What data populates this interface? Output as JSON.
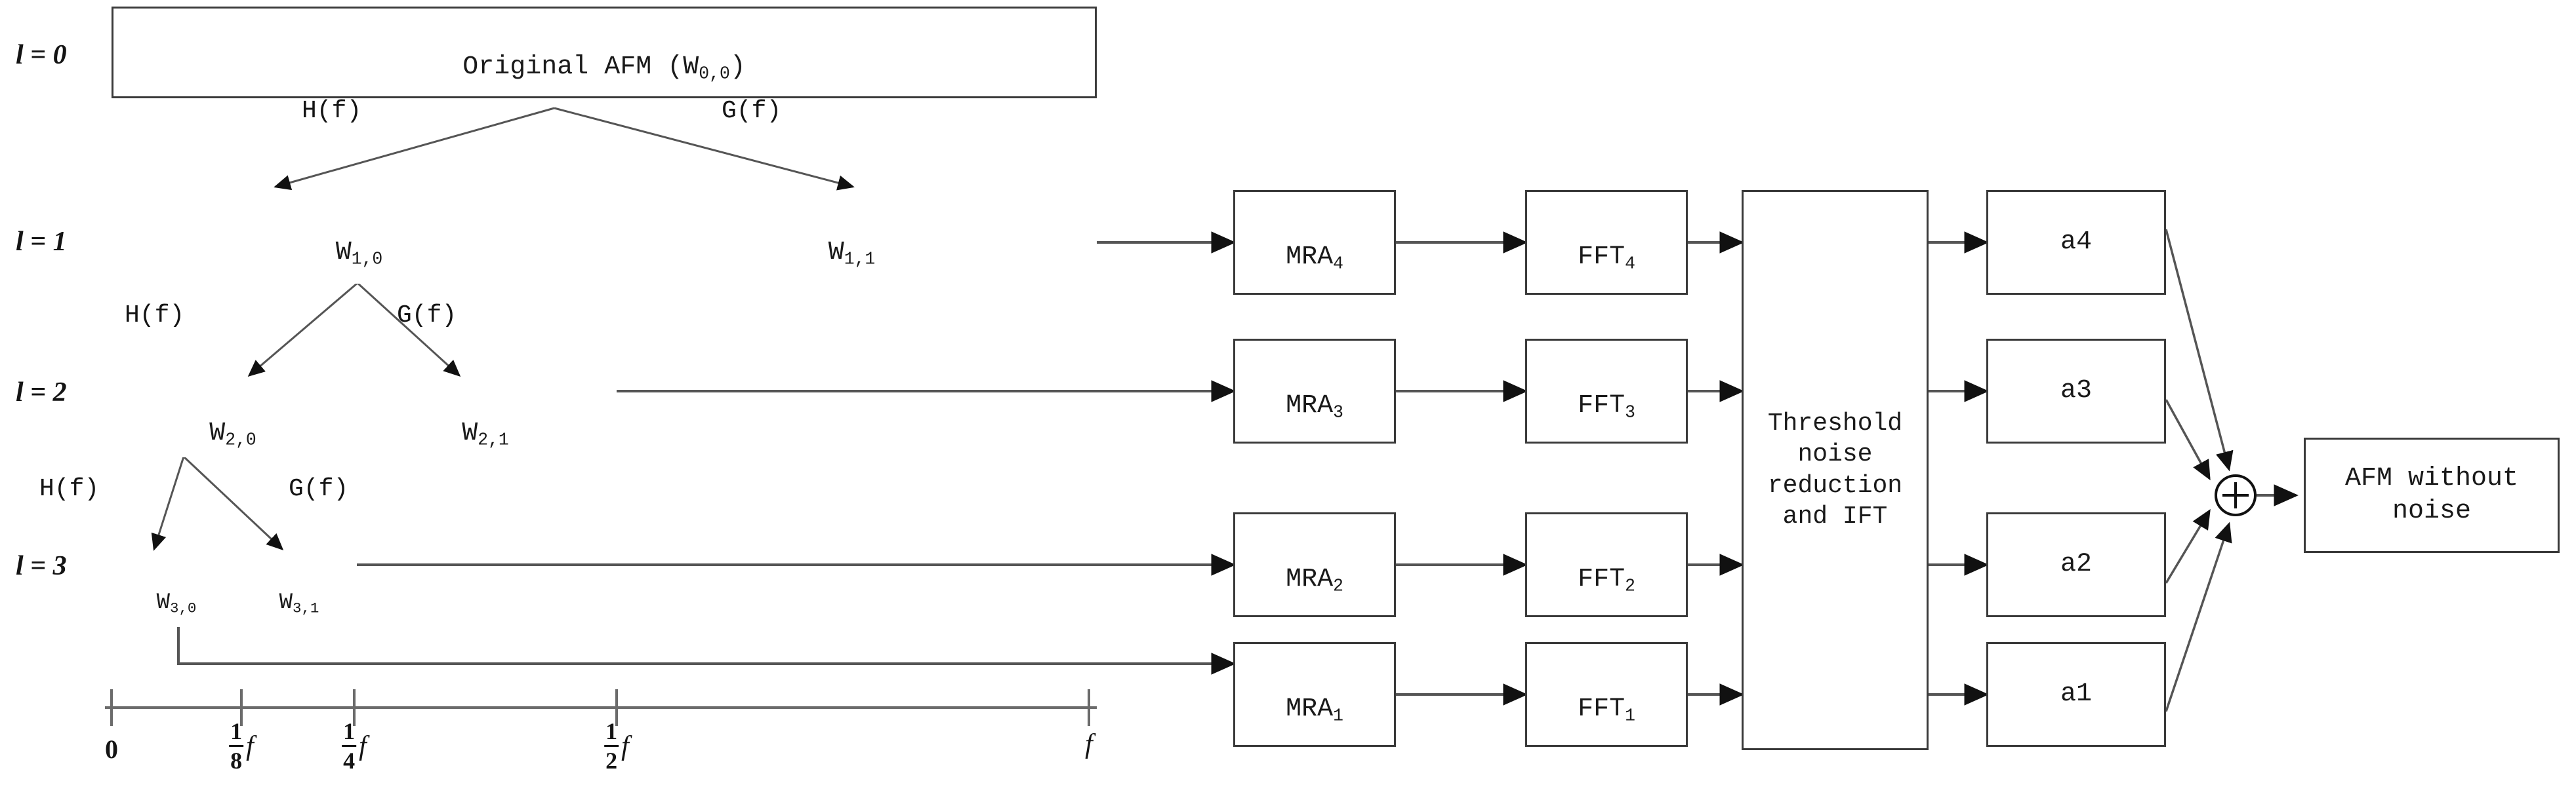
{
  "diagram": {
    "title": "Wavelet multiresolution AFM denoising block diagram",
    "level_labels": [
      {
        "id": "l0",
        "text": "l = 0"
      },
      {
        "id": "l1",
        "text": "l = 1"
      },
      {
        "id": "l2",
        "text": "l = 2"
      },
      {
        "id": "l3",
        "text": "l = 3"
      }
    ],
    "decomposition_boxes": [
      {
        "id": "w00",
        "label": "Original AFM (W0,0)",
        "base": "W",
        "sub": "0,0",
        "prefix": "Original AFM (",
        "suffix": ")",
        "level": 0
      },
      {
        "id": "w10",
        "label": "W1,0",
        "base": "W",
        "sub": "1,0",
        "level": 1
      },
      {
        "id": "w11",
        "label": "W1,1",
        "base": "W",
        "sub": "1,1",
        "level": 1
      },
      {
        "id": "w20",
        "label": "W2,0",
        "base": "W",
        "sub": "2,0",
        "level": 2
      },
      {
        "id": "w21",
        "label": "W2,1",
        "base": "W",
        "sub": "2,1",
        "level": 2
      },
      {
        "id": "w30",
        "label": "W3,0",
        "base": "W",
        "sub": "3,0",
        "level": 3
      },
      {
        "id": "w31",
        "label": "W3,1",
        "base": "W",
        "sub": "3,1",
        "level": 3
      }
    ],
    "filter_labels": [
      {
        "id": "h1",
        "text": "H(f)"
      },
      {
        "id": "g1",
        "text": "G(f)"
      },
      {
        "id": "h2",
        "text": "H(f)"
      },
      {
        "id": "g2",
        "text": "G(f)"
      },
      {
        "id": "h3",
        "text": "H(f)"
      },
      {
        "id": "g3",
        "text": "G(f)"
      }
    ],
    "mra_boxes": [
      {
        "id": "mra4",
        "base": "MRA",
        "sub": "4"
      },
      {
        "id": "mra3",
        "base": "MRA",
        "sub": "3"
      },
      {
        "id": "mra2",
        "base": "MRA",
        "sub": "2"
      },
      {
        "id": "mra1",
        "base": "MRA",
        "sub": "1"
      }
    ],
    "fft_boxes": [
      {
        "id": "fft4",
        "base": "FFT",
        "sub": "4"
      },
      {
        "id": "fft3",
        "base": "FFT",
        "sub": "3"
      },
      {
        "id": "fft2",
        "base": "FFT",
        "sub": "2"
      },
      {
        "id": "fft1",
        "base": "FFT",
        "sub": "1"
      }
    ],
    "threshold_box": {
      "id": "threshold",
      "label": "Threshold\nnoise\nreduction\nand IFT"
    },
    "coefficient_boxes": [
      {
        "id": "a4",
        "label": "a4"
      },
      {
        "id": "a3",
        "label": "a3"
      },
      {
        "id": "a2",
        "label": "a2"
      },
      {
        "id": "a1",
        "label": "a1"
      }
    ],
    "summation_node": {
      "id": "sum",
      "symbol": "+"
    },
    "output_box": {
      "id": "out",
      "label": "AFM without\nnoise"
    },
    "frequency_axis": {
      "ticks": [
        {
          "id": "t0",
          "kind": "plain",
          "text": "0"
        },
        {
          "id": "t18",
          "kind": "fraction",
          "num": "1",
          "den": "8",
          "suffix": "f"
        },
        {
          "id": "t14",
          "kind": "fraction",
          "num": "1",
          "den": "4",
          "suffix": "f"
        },
        {
          "id": "t12",
          "kind": "fraction",
          "num": "1",
          "den": "2",
          "suffix": "f"
        },
        {
          "id": "tf",
          "kind": "italic",
          "text": "f"
        }
      ]
    },
    "colors": {
      "stroke": "#3a3a3a",
      "text": "#1a1a1a",
      "background": "#ffffff"
    }
  }
}
